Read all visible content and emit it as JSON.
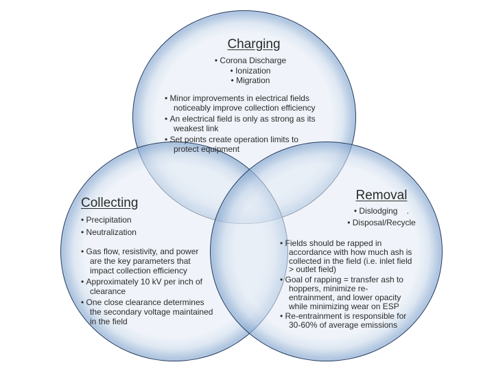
{
  "colors": {
    "background": "#FFFFFF",
    "circle_border": "#23375C",
    "circle_fill_center": "#E3EBF5",
    "circle_edge_glow": "#89AAD1",
    "text": "#2A2A2A"
  },
  "diagram": {
    "type": "venn",
    "circles": {
      "charging": {
        "title": "Charging",
        "bullets": [
          "Corona Discharge",
          "Ionization",
          "Migration"
        ],
        "details": [
          "Minor improvements in electrical fields\nnoticeably improve collection efficiency",
          "An electrical field is only as strong as its\nweakest link",
          "Set points create operation limits to\nprotect equipment"
        ]
      },
      "collecting": {
        "title": "Collecting",
        "bullets": [
          "Precipitation",
          "Neutralization"
        ],
        "details": [
          "Gas flow, resistivity, and power\nare the key parameters that\nimpact collection efficiency",
          "Approximately 10 kV per inch of\nclearance",
          "One close clearance determines\nthe secondary voltage maintained\nin the field"
        ]
      },
      "removal": {
        "title": "Removal",
        "bullets": [
          "Dislodging    .",
          "Disposal/Recycle"
        ],
        "details": [
          "Fields should be rapped in\naccordance with how much ash is\ncollected in the field (i.e. inlet field\n> outlet field)",
          "Goal of rapping = transfer ash to\nhoppers, minimize re-\nentrainment, and lower opacity\nwhile minimizing wear on ESP",
          "Re-entrainment is responsible for\n30-60% of average emissions"
        ]
      }
    }
  }
}
